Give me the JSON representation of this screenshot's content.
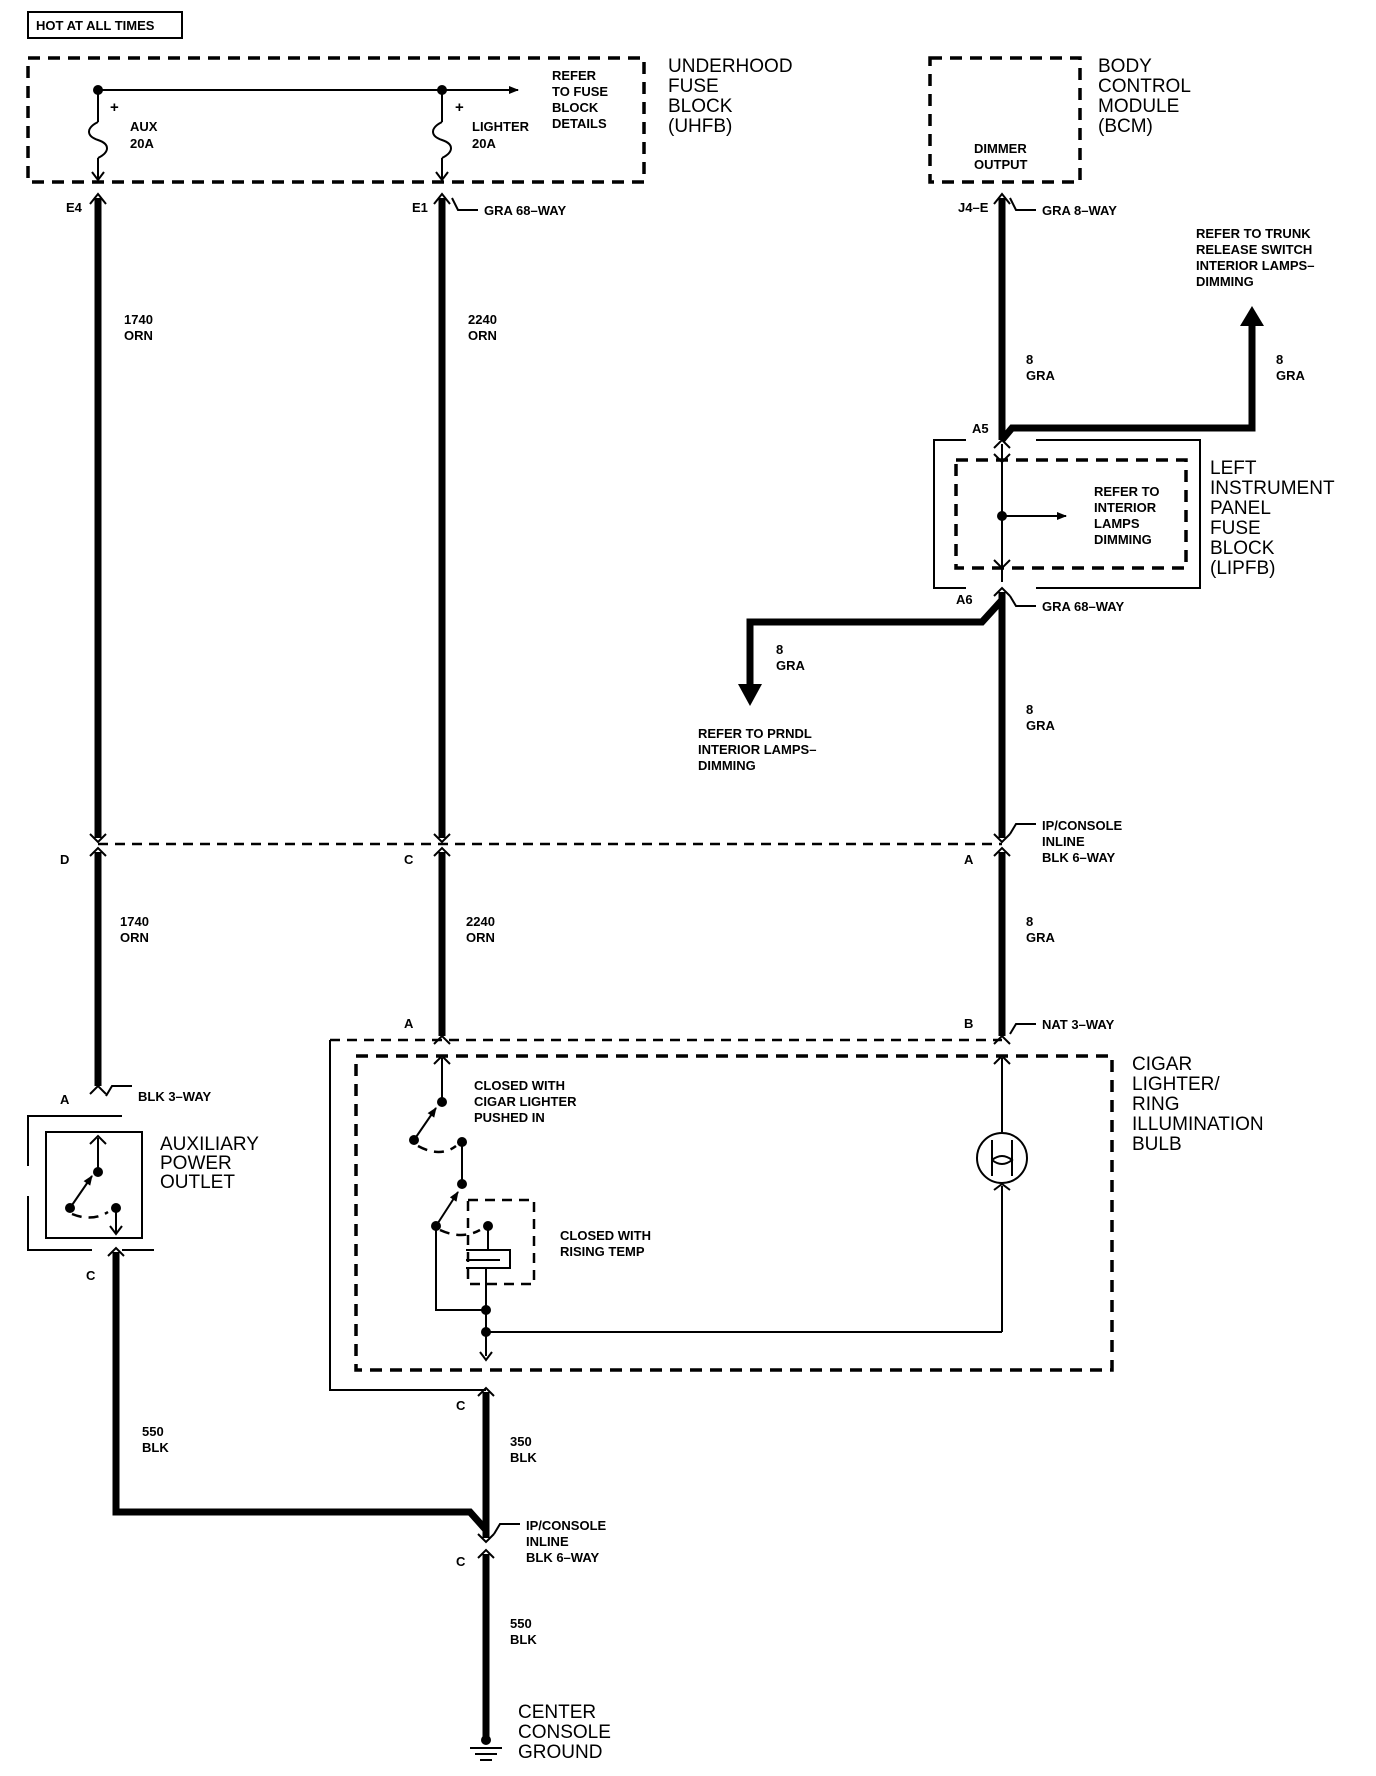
{
  "header": "HOT AT ALL TIMES",
  "uhfb": {
    "name": [
      "UNDERHOOD",
      "FUSE",
      "BLOCK",
      "(UHFB)"
    ],
    "refer": [
      "REFER",
      "TO FUSE",
      "BLOCK",
      "DETAILS"
    ],
    "fuse_aux": [
      "AUX",
      "20A"
    ],
    "fuse_lighter": [
      "LIGHTER",
      "20A"
    ],
    "plus": "+",
    "term_e4": "E4",
    "term_e1": "E1",
    "connector": "GRA 68–WAY"
  },
  "bcm": {
    "name": [
      "BODY",
      "CONTROL",
      "MODULE",
      "(BCM)"
    ],
    "output": [
      "DIMMER",
      "OUTPUT"
    ],
    "term": "J4–E",
    "connector": "GRA 8–WAY"
  },
  "trunk_ref": [
    "REFER TO TRUNK",
    "RELEASE SWITCH",
    "INTERIOR LAMPS–",
    "DIMMING"
  ],
  "lipfb": {
    "name": [
      "LEFT",
      "INSTRUMENT",
      "PANEL",
      "FUSE",
      "BLOCK",
      "(LIPFB)"
    ],
    "refer": [
      "REFER TO",
      "INTERIOR",
      "LAMPS",
      "DIMMING"
    ],
    "term_a5": "A5",
    "term_a6": "A6",
    "connector": "GRA 68–WAY"
  },
  "prndl_ref": [
    "REFER TO PRNDL",
    "INTERIOR LAMPS–",
    "DIMMING"
  ],
  "wires": {
    "w1740": [
      "1740",
      "ORN"
    ],
    "w2240": [
      "2240",
      "ORN"
    ],
    "w8": [
      "8",
      "GRA"
    ],
    "w550": [
      "550",
      "BLK"
    ],
    "w350": [
      "350",
      "BLK"
    ]
  },
  "inline1": {
    "label": [
      "IP/CONSOLE",
      "INLINE",
      "BLK 6–WAY"
    ],
    "term_d": "D",
    "term_c": "C",
    "term_a": "A"
  },
  "aux_outlet": {
    "name": [
      "AUXILIARY",
      "POWER",
      "OUTLET"
    ],
    "connector": "BLK 3–WAY",
    "term_a": "A",
    "term_c": "C"
  },
  "cigar": {
    "name": [
      "CIGAR",
      "LIGHTER/",
      "RING",
      "ILLUMINATION",
      "BULB"
    ],
    "connector": "NAT 3–WAY",
    "term_a": "A",
    "term_b": "B",
    "term_c": "C",
    "switch1": [
      "CLOSED WITH",
      "CIGAR LIGHTER",
      "PUSHED IN"
    ],
    "switch2": [
      "CLOSED WITH",
      "RISING TEMP"
    ]
  },
  "inline2": {
    "label": [
      "IP/CONSOLE",
      "INLINE",
      "BLK 6–WAY"
    ],
    "term_c": "C"
  },
  "ground": [
    "CENTER",
    "CONSOLE",
    "GROUND"
  ]
}
